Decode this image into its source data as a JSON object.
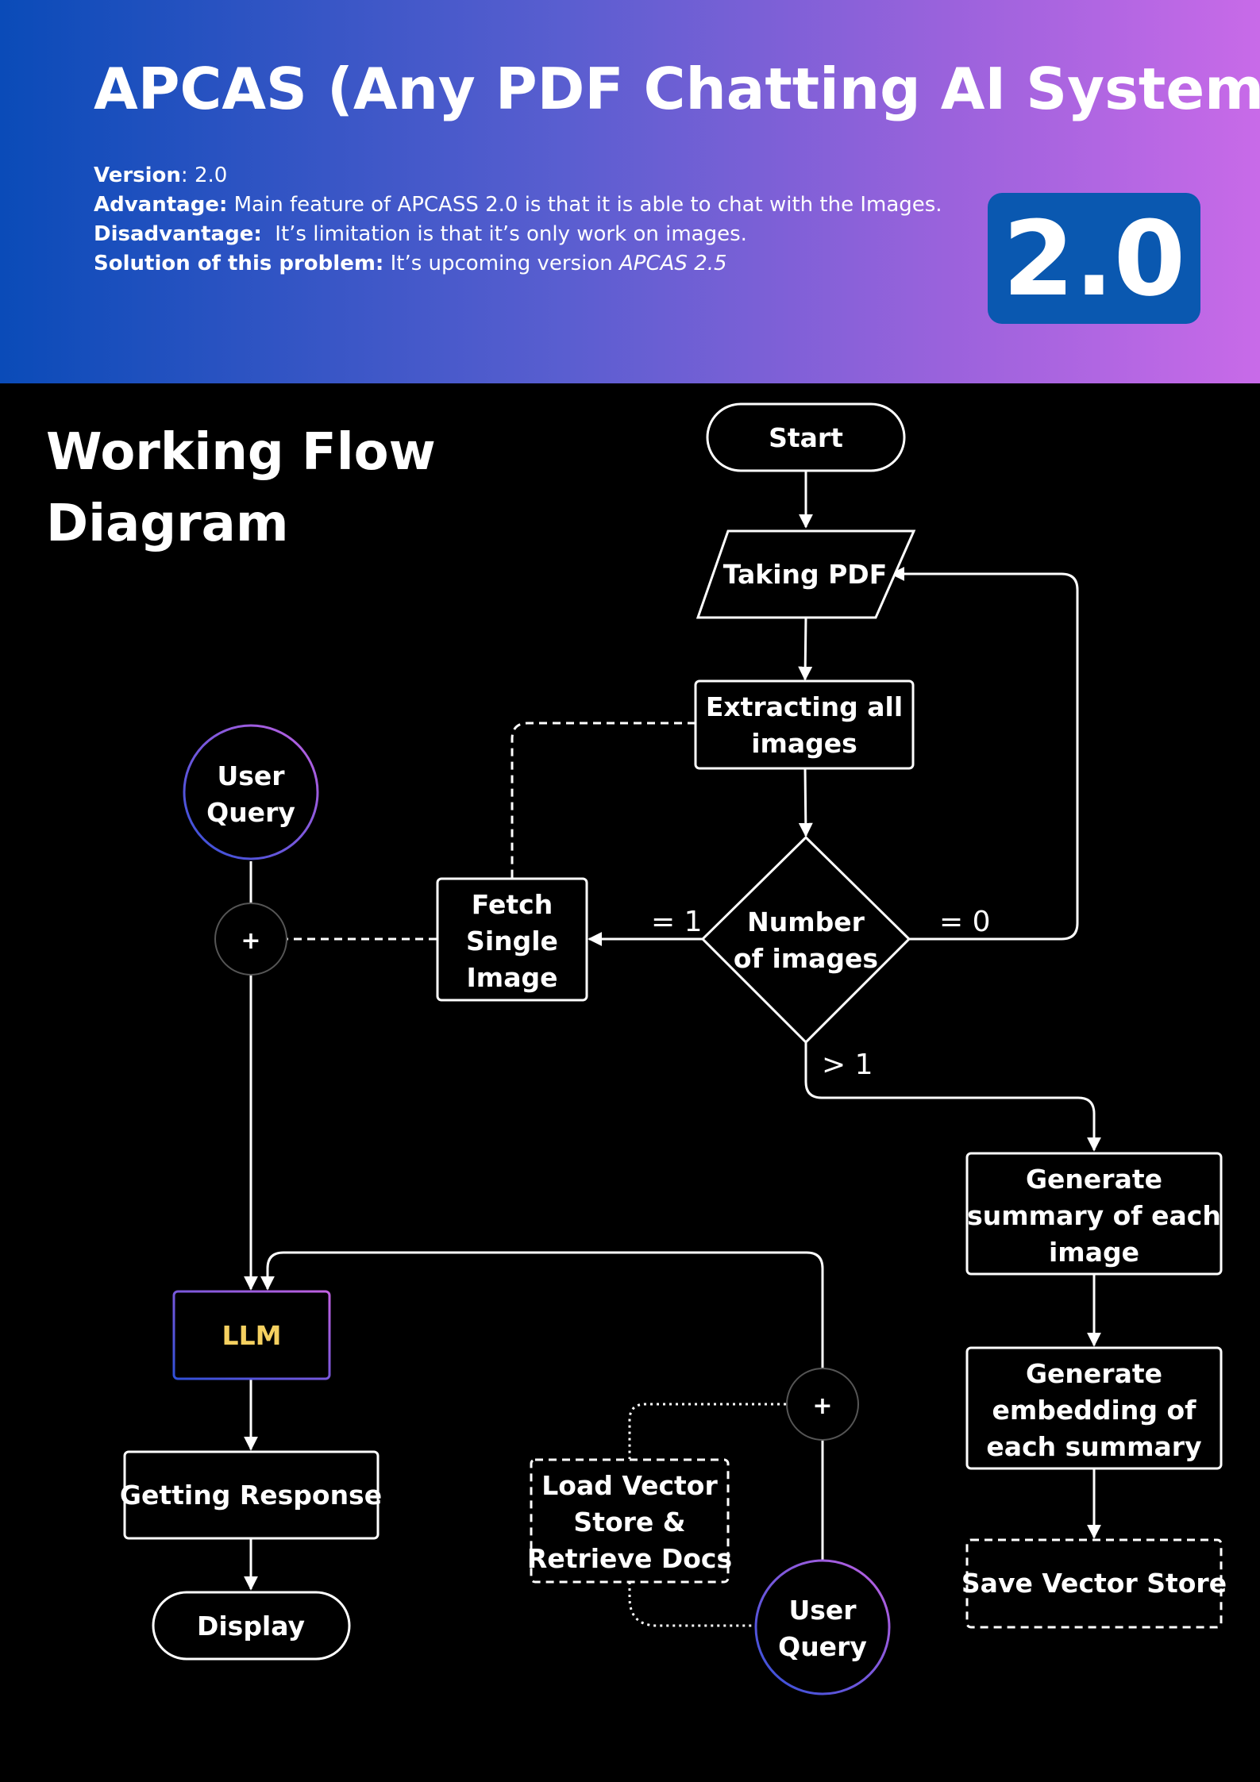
{
  "header": {
    "title": "APCAS (Any PDF Chatting AI System)",
    "version_label": "Version",
    "version_value": ": 2.0",
    "advantage_label": "Advantage:",
    "advantage_text": " Main feature of APCASS 2.0 is that it is able to chat with the Images.",
    "disadvantage_label": "Disadvantage:",
    "disadvantage_text": "  It’s limitation is that it’s only work on images.",
    "solution_label": "Solution of this problem:",
    "solution_text": " It’s upcoming version ",
    "solution_version": "APCAS 2.5",
    "badge_text": "2.0"
  },
  "section": {
    "title_line1": "Working Flow",
    "title_line2": "Diagram"
  },
  "nodes": {
    "start": "Start",
    "taking_pdf": "Taking PDF",
    "extracting_line1": "Extracting all",
    "extracting_line2": "images",
    "decision_line1": "Number",
    "decision_line2": "of images",
    "fetch_line1": "Fetch",
    "fetch_line2": "Single",
    "fetch_line3": "Image",
    "user_query_top_line1": "User",
    "user_query_top_line2": "Query",
    "plus_top": "+",
    "generate_summary_line1": "Generate",
    "generate_summary_line2": "summary of each",
    "generate_summary_line3": "image",
    "generate_embedding_line1": "Generate",
    "generate_embedding_line2": "embedding of",
    "generate_embedding_line3": "each summary",
    "save_vector_store": "Save Vector Store",
    "llm": "LLM",
    "getting_response": "Getting Response",
    "display": "Display",
    "plus_bottom": "+",
    "load_vector_line1": "Load Vector",
    "load_vector_line2": "Store &",
    "load_vector_line3": "Retrieve Docs",
    "user_query_bottom_line1": "User",
    "user_query_bottom_line2": "Query"
  },
  "edge_labels": {
    "equals_one": "= 1",
    "equals_zero": "= 0",
    "greater_one": "> 1"
  },
  "colors": {
    "header_gradient_start": "#0a4bb8",
    "header_gradient_end": "#c86ae8",
    "badge_bg": "#0a58b0",
    "llm_text": "#f5d060",
    "circle_gradient_start": "#3050d8",
    "circle_gradient_end": "#c060e0"
  }
}
